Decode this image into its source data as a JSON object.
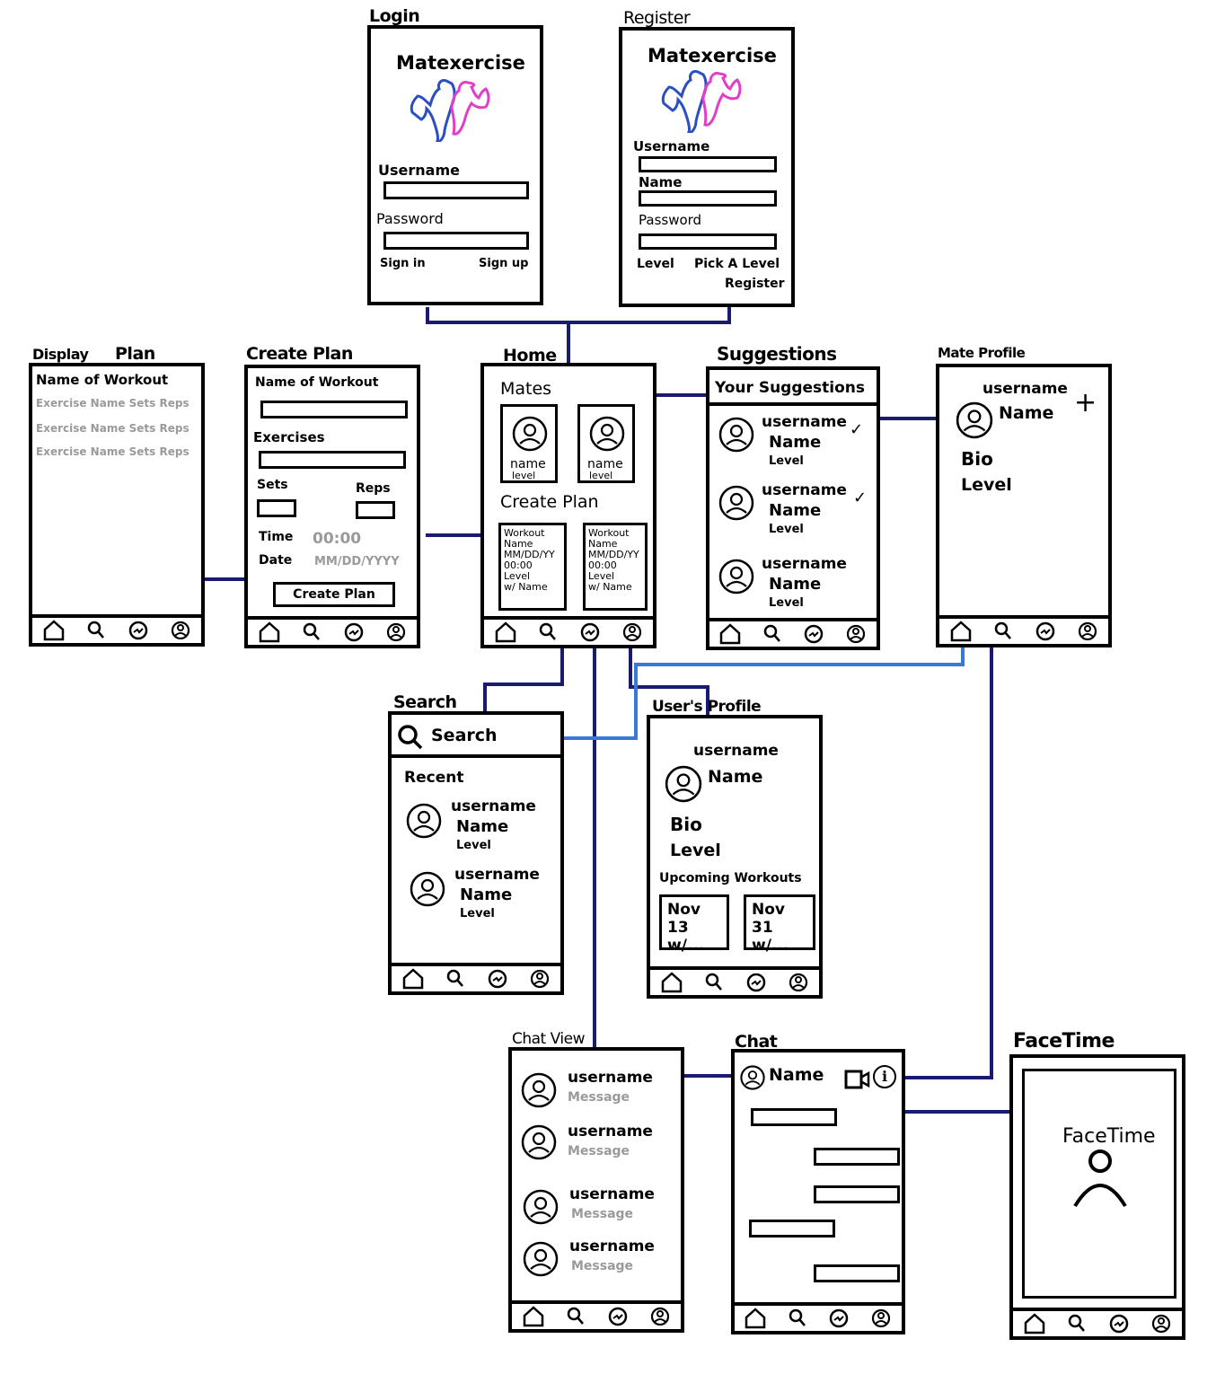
{
  "screens": {
    "login": {
      "label": "Login",
      "app_name": "Matexercise",
      "username_label": "Username",
      "password_label": "Password",
      "sign_in": "Sign in",
      "sign_up": "Sign up"
    },
    "register": {
      "label": "Register",
      "app_name": "Matexercise",
      "username_label": "Username",
      "name_label": "Name",
      "password_label": "Password",
      "level_label": "Level",
      "level_value": "Pick A Level",
      "register_button": "Register"
    },
    "display_plan": {
      "label_part1": "Display",
      "label_part2": "Plan",
      "workout_name": "Name of Workout",
      "rows": [
        "Exercise Name Sets Reps",
        "Exercise Name Sets Reps",
        "Exercise Name Sets Reps"
      ]
    },
    "create_plan": {
      "label": "Create Plan",
      "workout_name_label": "Name of Workout",
      "exercises_label": "Exercises",
      "sets_label": "Sets",
      "reps_label": "Reps",
      "time_label": "Time",
      "time_value": "00:00",
      "date_label": "Date",
      "date_value": "MM/DD/YYYY",
      "button": "Create Plan"
    },
    "home": {
      "label": "Home",
      "mates_title": "Mates",
      "mates": [
        {
          "name": "name",
          "level": "level"
        },
        {
          "name": "name",
          "level": "level"
        }
      ],
      "create_plan_title": "Create Plan",
      "plans": [
        {
          "l1": "Workout",
          "l2": "Name",
          "l3": "MM/DD/YY",
          "l4": "00:00",
          "l5": "Level",
          "l6": "w/ Name"
        },
        {
          "l1": "Workout",
          "l2": "Name",
          "l3": "MM/DD/YY",
          "l4": "00:00",
          "l5": "Level",
          "l6": "w/ Name"
        }
      ]
    },
    "suggestions": {
      "label": "Suggestions",
      "title": "Your Suggestions",
      "items": [
        {
          "username": "username",
          "name": "Name",
          "level": "Level",
          "check": "✓"
        },
        {
          "username": "username",
          "name": "Name",
          "level": "Level",
          "check": "✓"
        },
        {
          "username": "username",
          "name": "Name",
          "level": "Level",
          "check": ""
        }
      ]
    },
    "mate_profile": {
      "label": "Mate Profile",
      "username": "username",
      "name": "Name",
      "add": "+",
      "bio": "Bio",
      "level": "Level"
    },
    "search": {
      "label": "Search",
      "search_placeholder": "Search",
      "recent_title": "Recent",
      "items": [
        {
          "username": "username",
          "name": "Name",
          "level": "Level"
        },
        {
          "username": "username",
          "name": "Name",
          "level": "Level"
        }
      ]
    },
    "users_profile": {
      "label": "User's Profile",
      "username": "username",
      "name": "Name",
      "bio": "Bio",
      "level": "Level",
      "upcoming_title": "Upcoming Workouts",
      "workouts": [
        {
          "date": "Nov 13",
          "with": "w/..."
        },
        {
          "date": "Nov 31",
          "with": "w/..."
        }
      ]
    },
    "chat_view": {
      "label": "Chat View",
      "items": [
        {
          "username": "username",
          "message": "Message"
        },
        {
          "username": "username",
          "message": "Message"
        },
        {
          "username": "username",
          "message": "Message"
        },
        {
          "username": "username",
          "message": "Message"
        }
      ]
    },
    "chat": {
      "label": "Chat",
      "name": "Name",
      "info_icon_text": "i"
    },
    "facetime": {
      "label": "FaceTime",
      "title": "FaceTime"
    }
  },
  "colors": {
    "ink": "#000000",
    "connector_navy": "#1a1a6e",
    "connector_blue": "#3a78d8",
    "logo_blue": "#2a4fc4",
    "logo_pink": "#e040c8",
    "placeholder_gray": "#9a9a9a"
  },
  "icons": [
    "home-icon",
    "search-icon",
    "chat-icon",
    "profile-icon",
    "checkmark-icon",
    "plus-icon",
    "video-call-icon",
    "info-icon"
  ]
}
